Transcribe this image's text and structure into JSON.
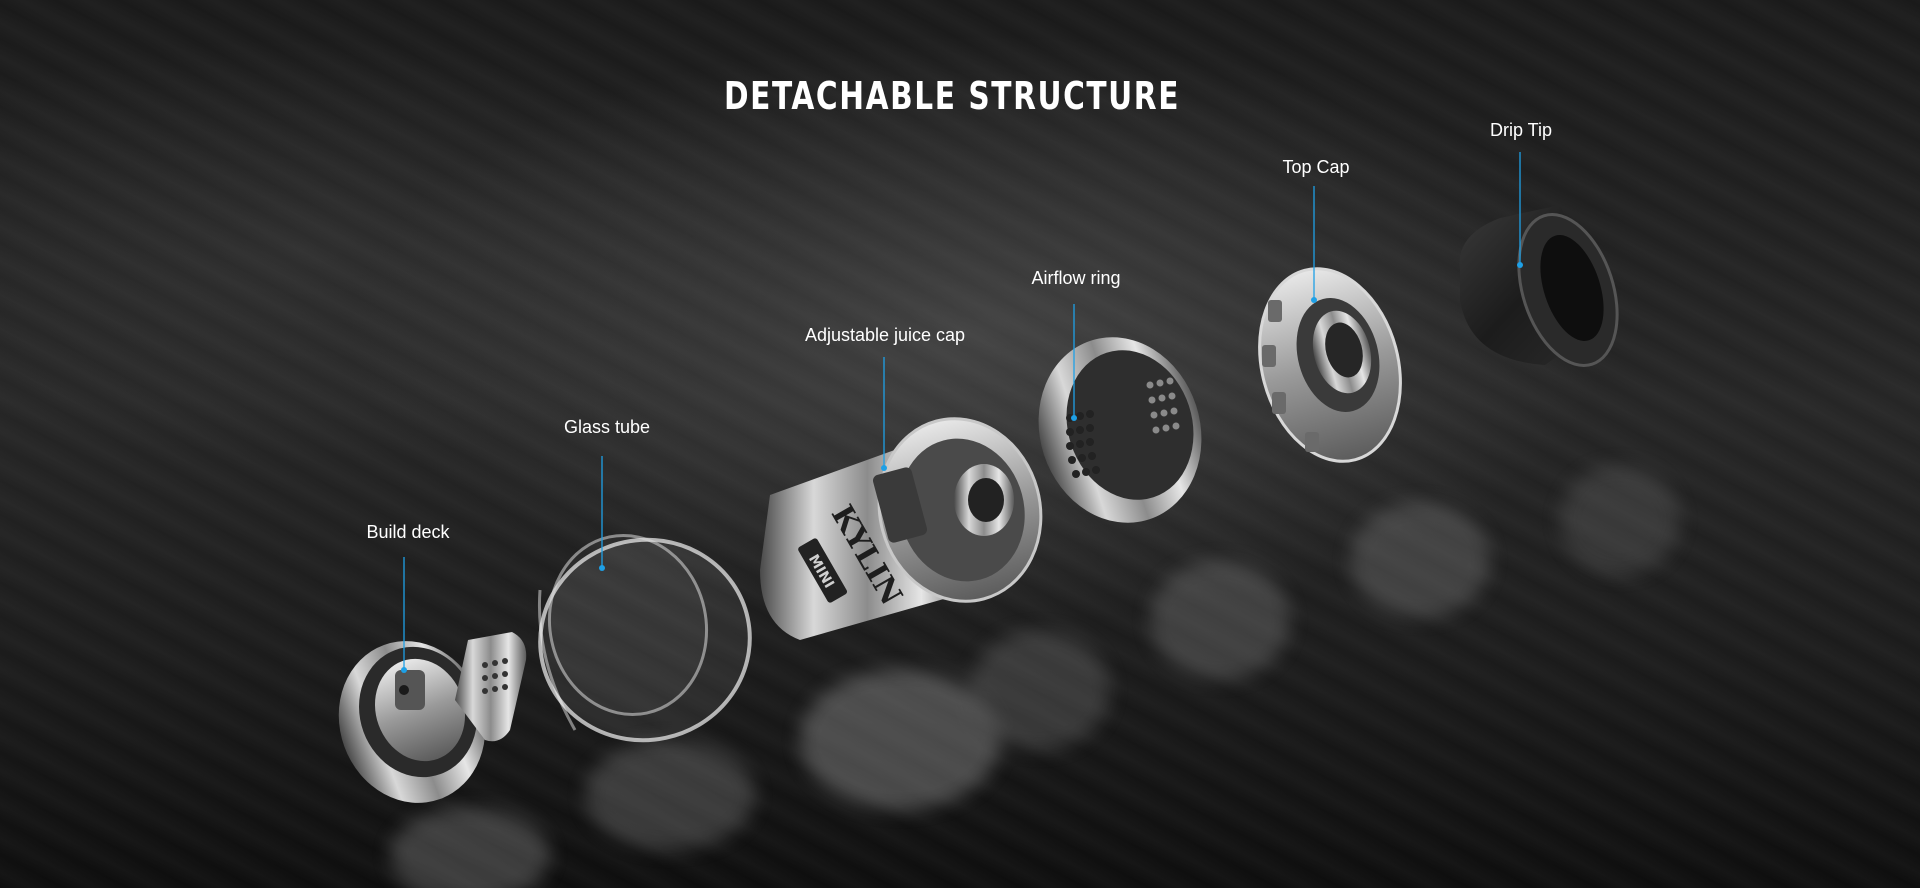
{
  "heading": "DETACHABLE STRUCTURE",
  "labels": {
    "build_deck": "Build deck",
    "glass_tube": "Glass tube",
    "juice_cap": "Adjustable juice cap",
    "airflow_ring": "Airflow ring",
    "top_cap": "Top Cap",
    "drip_tip": "Drip Tip"
  },
  "engraving": {
    "brand": "KYLIN",
    "model": "MINI"
  },
  "colors": {
    "leader_line": "#1ea0e6",
    "background": "#1c1c1c",
    "text": "#ffffff"
  }
}
